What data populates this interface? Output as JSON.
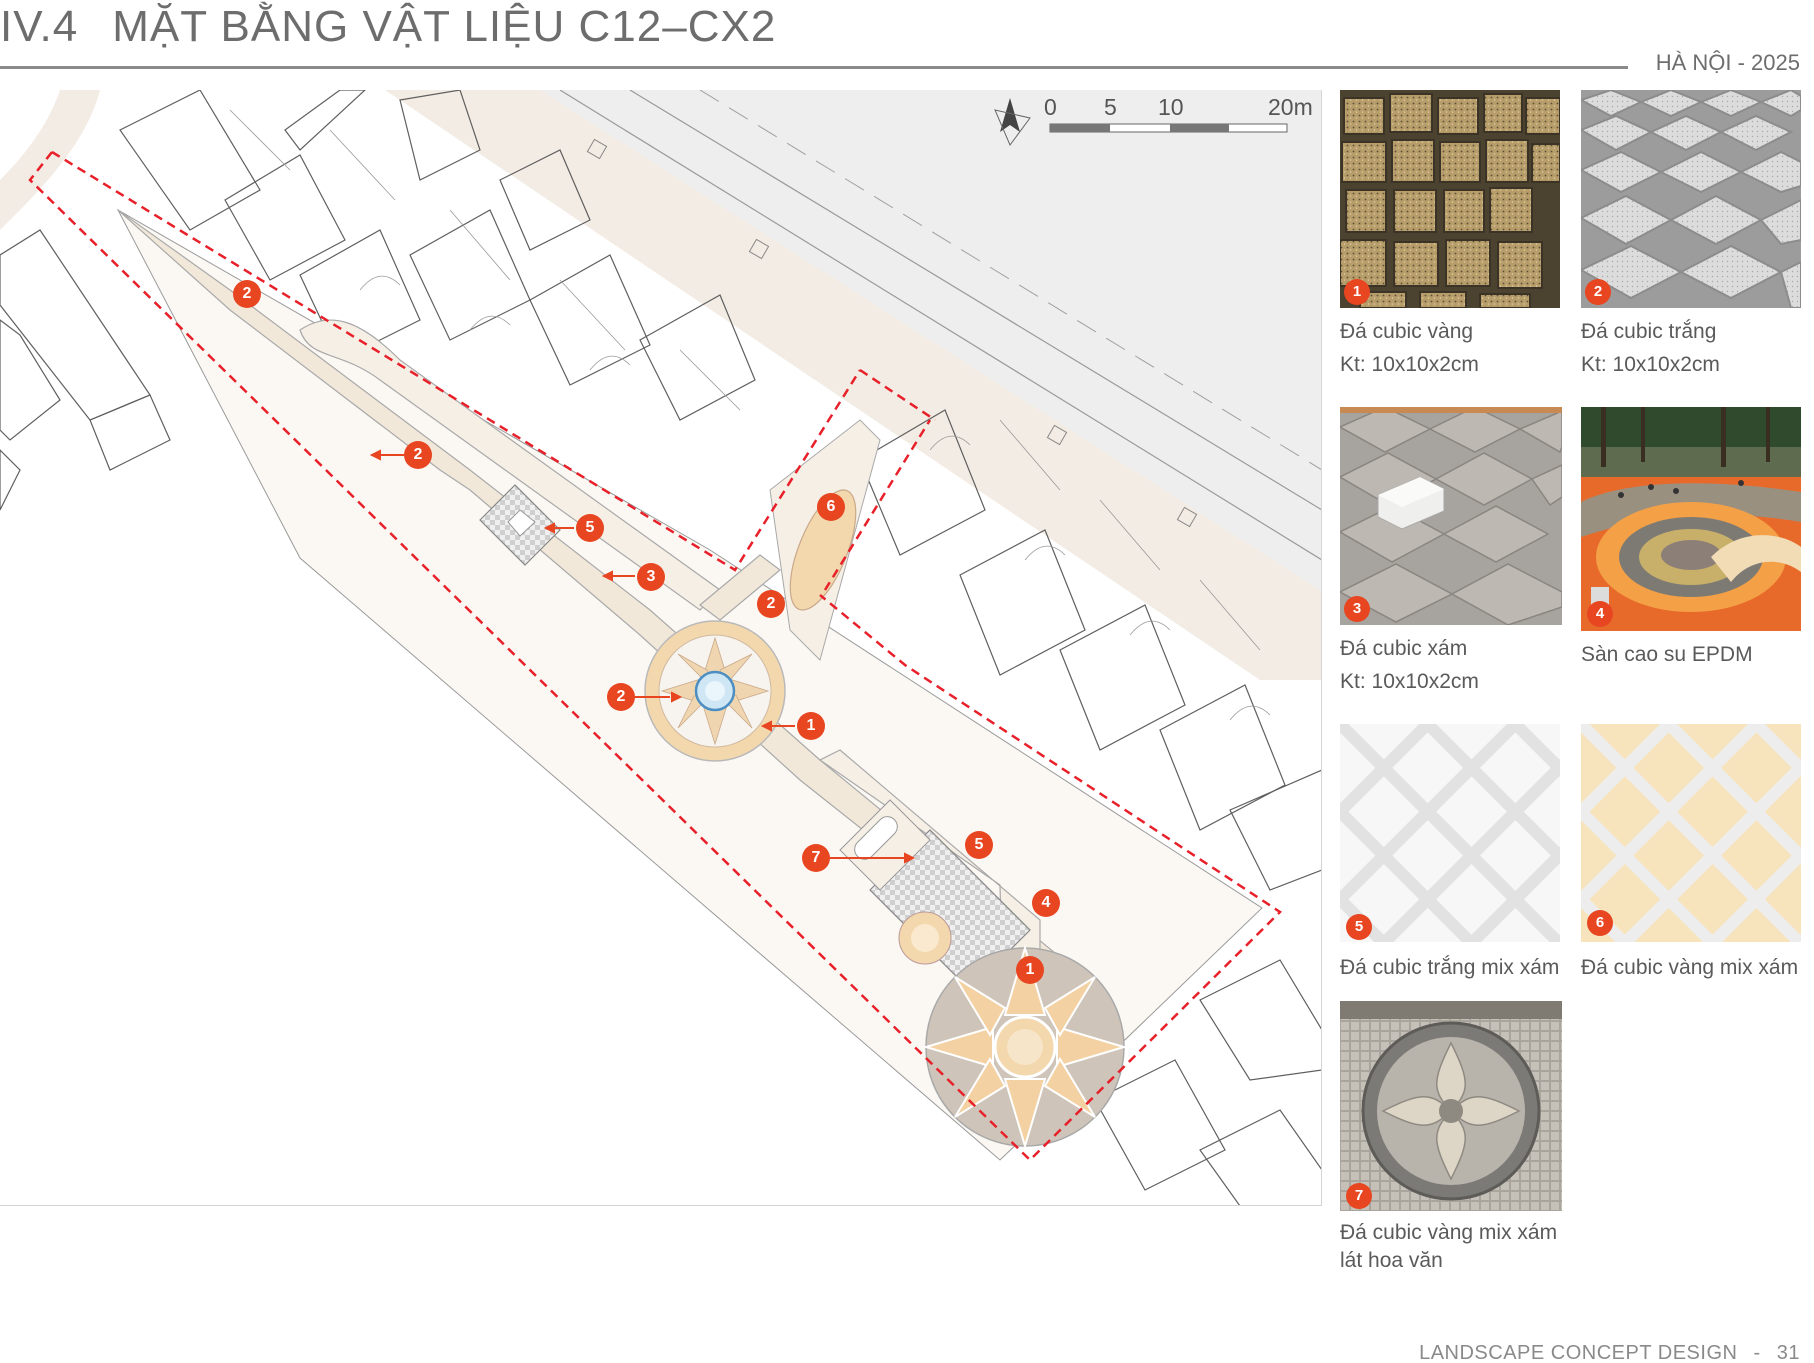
{
  "header": {
    "section_number": "IV.4",
    "title": "MẶT BẰNG VẬT LIỆU C12–CX2",
    "place_date": "HÀ NỘI - 2025"
  },
  "plan": {
    "scale_bar": [
      "0",
      "5",
      "10",
      "20m"
    ],
    "callouts": [
      "2",
      "2",
      "5",
      "3",
      "6",
      "2",
      "2",
      "1",
      "7",
      "5",
      "4",
      "1"
    ]
  },
  "materials": [
    {
      "number": "1",
      "name": "Đá cubic vàng",
      "size": "Kt: 10x10x2cm"
    },
    {
      "number": "2",
      "name": "Đá cubic trắng",
      "size": "Kt: 10x10x2cm"
    },
    {
      "number": "3",
      "name": "Đá cubic xám",
      "size": "Kt: 10x10x2cm"
    },
    {
      "number": "4",
      "name": "Sàn cao su EPDM",
      "size": ""
    },
    {
      "number": "5",
      "name": "Đá cubic trắng mix xám",
      "size": ""
    },
    {
      "number": "6",
      "name": "Đá cubic vàng mix xám",
      "size": ""
    },
    {
      "number": "7",
      "name": "Đá cubic vàng mix xám",
      "size": "lát hoa văn"
    }
  ],
  "colors": {
    "callout": "#e84521",
    "boundary": "#e8202a",
    "road": "#f3ece4",
    "yellow_stone": "#f3d8ad",
    "grey_stone": "#cfc6bd"
  },
  "footer": {
    "label": "LANDSCAPE CONCEPT DESIGN",
    "separator": "-",
    "page": "31"
  }
}
